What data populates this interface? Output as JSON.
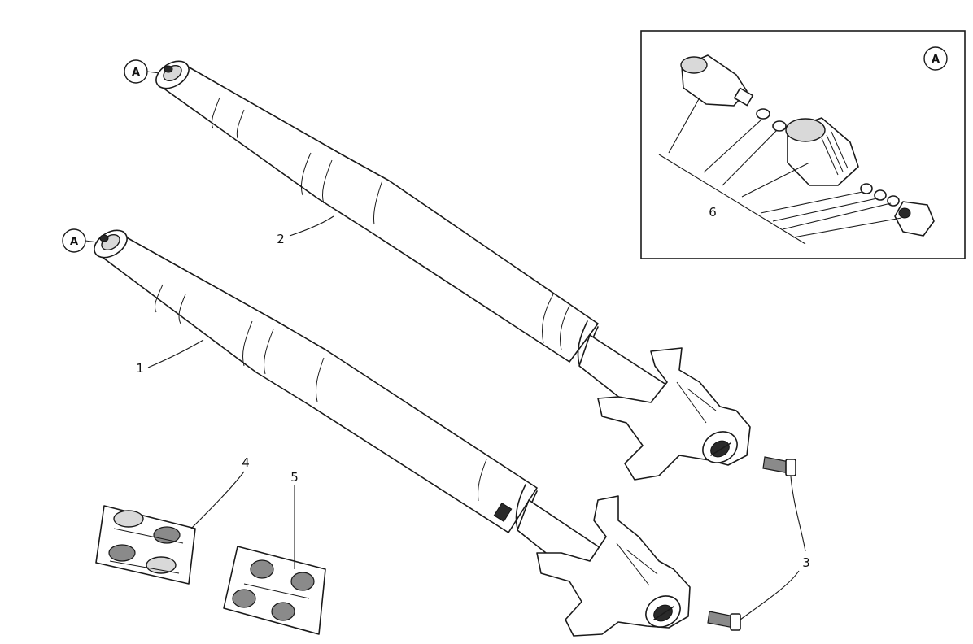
{
  "labels": {
    "part_1": "1",
    "part_2": "2",
    "part_3": "3",
    "part_4": "4",
    "part_5": "5",
    "part_6": "6"
  },
  "detail_callout": {
    "letter": "A"
  },
  "colors": {
    "line": "#1a1a1a",
    "fill_light": "#d9d9d9",
    "fill_dark": "#2a2a2a",
    "background": "#ffffff"
  }
}
